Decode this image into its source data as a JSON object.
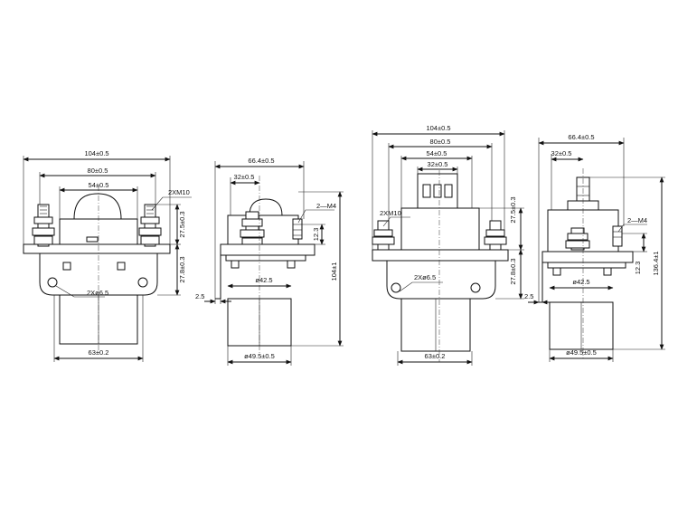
{
  "views": {
    "v1": {
      "w_total": "104±0.5",
      "w_80": "80±0.5",
      "w_54": "54±0.5",
      "thread": "2XM10",
      "h_top": "27.5±0.3",
      "h_bottom": "27.8±0.3",
      "holes": "2Xø6.5",
      "w_body": "63±0.2"
    },
    "v2": {
      "w_total": "66.4±0.5",
      "w_32": "32±0.5",
      "thread": "2—M4",
      "h_small": "12.3",
      "h_total": "104±1",
      "dia_inner": "ø42.5",
      "offset": "2.5",
      "dia_body": "ø49.5±0.5"
    },
    "v3": {
      "w_total": "104±0.5",
      "w_80": "80±0.5",
      "w_54": "54±0.5",
      "w_32": "32±0.5",
      "thread": "2XM10",
      "h_top": "27.5±0.3",
      "h_bottom": "27.8±0.3",
      "holes": "2Xø6.5",
      "w_body": "63±0.2"
    },
    "v4": {
      "w_total": "66.4±0.5",
      "w_32": "32±0.5",
      "thread": "2—M4",
      "h_small": "12.3",
      "h_total": "136.4±1",
      "dia_inner": "ø42.5",
      "offset": "2.5",
      "dia_body": "ø49.5±0.5"
    }
  }
}
